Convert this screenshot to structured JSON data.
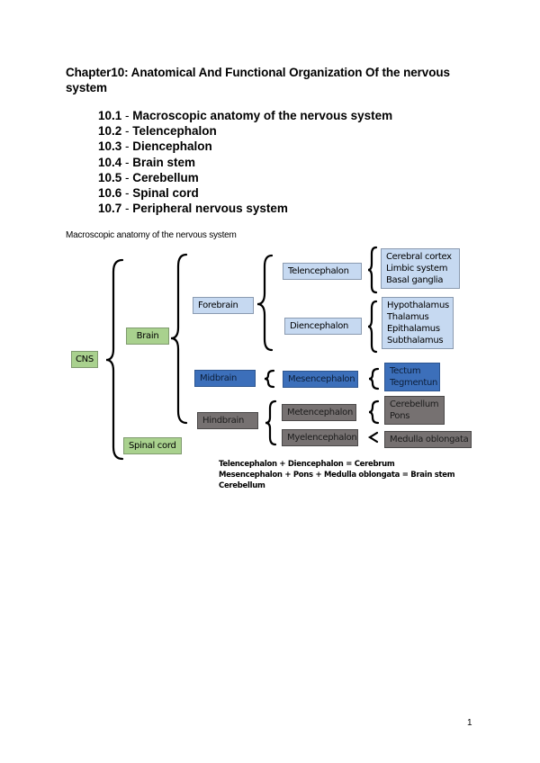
{
  "document": {
    "title": "Chapter10: Anatomical And Functional Organization Of the nervous system",
    "toc": [
      {
        "number": "10.1",
        "sep": " - ",
        "label": "Macroscopic anatomy of the nervous system"
      },
      {
        "number": "10.2",
        "sep": " - ",
        "label": "Telencephalon"
      },
      {
        "number": "10.3",
        "sep": " - ",
        "label": "Diencephalon"
      },
      {
        "number": "10.4",
        "sep": " - ",
        "label": "Brain stem"
      },
      {
        "number": "10.5",
        "sep": " - ",
        "label": "Cerebellum"
      },
      {
        "number": "10.6",
        "sep": " - ",
        "label": "Spinal cord"
      },
      {
        "number": "10.7",
        "sep": " - ",
        "label": "Peripheral nervous system"
      }
    ],
    "figure_caption": "Macroscopic anatomy of the nervous system",
    "page_number": "1"
  },
  "diagram": {
    "colors": {
      "green": "#a9d18e",
      "light_blue": "#c6d9f1",
      "dark_blue": "#3c6fba",
      "grey": "#767171"
    },
    "level1": {
      "cns": "CNS"
    },
    "level2": {
      "brain": "Brain",
      "spinal_cord": "Spinal cord"
    },
    "level3": {
      "forebrain": "Forebrain",
      "midbrain": "Midbrain",
      "hindbrain": "Hindbrain"
    },
    "level4": {
      "telencephalon": "Telencephalon",
      "diencephalon": "Diencephalon",
      "mesencephalon": "Mesencephalon",
      "metencephalon": "Metencephalon",
      "myelencephalon": "Myelencephalon"
    },
    "level5": {
      "telencephalon_parts": [
        "Cerebral cortex",
        "Limbic system",
        "Basal ganglia"
      ],
      "diencephalon_parts": [
        "Hypothalamus",
        "Thalamus",
        "Epithalamus",
        "Subthalamus"
      ],
      "mesencephalon_parts": [
        "Tectum",
        "Tegmentun"
      ],
      "metencephalon_parts": [
        "Cerebellum",
        "Pons"
      ],
      "myelencephalon_parts": [
        "Medulla oblongata"
      ]
    },
    "notes": [
      "Telencephalon + Diencephalon = Cerebrum",
      "Mesencephalon + Pons + Medulla oblongata = Brain stem",
      "Cerebellum"
    ]
  }
}
